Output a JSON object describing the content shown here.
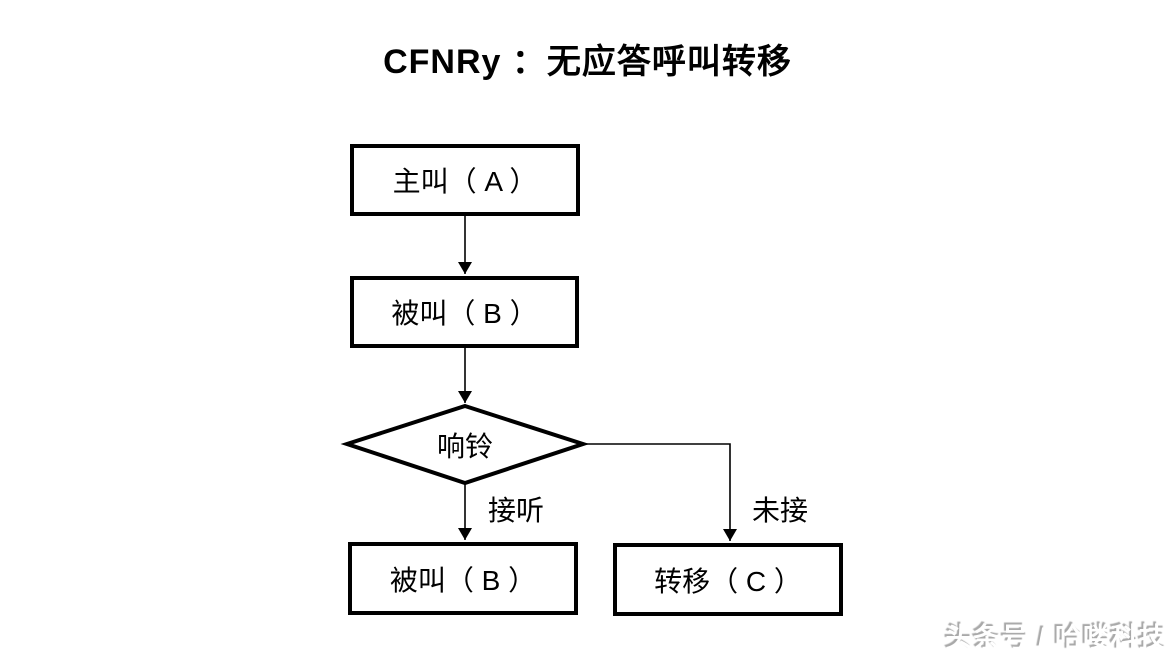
{
  "title": "CFNRy ：无应答呼叫转移",
  "diagram": {
    "nodes": {
      "caller_a": {
        "label": "主叫（ A ）",
        "shape": "rect"
      },
      "called_b": {
        "label": "被叫（ B ）",
        "shape": "rect"
      },
      "ringing": {
        "label": "响铃",
        "shape": "diamond"
      },
      "called_b_answered": {
        "label": "被叫（ B ）",
        "shape": "rect"
      },
      "forward_c": {
        "label": "转移（ C ）",
        "shape": "rect"
      }
    },
    "edges": {
      "caller_to_called": {
        "label": ""
      },
      "called_to_ringing": {
        "label": ""
      },
      "ringing_to_answered": {
        "label": "接听"
      },
      "ringing_to_forward": {
        "label": "未接"
      }
    },
    "colors": {
      "stroke": "#000000",
      "node_fill": "#ffffff",
      "text": "#000000",
      "background": "#ffffff"
    }
  },
  "watermark": "头条号 / 哈喽科技"
}
